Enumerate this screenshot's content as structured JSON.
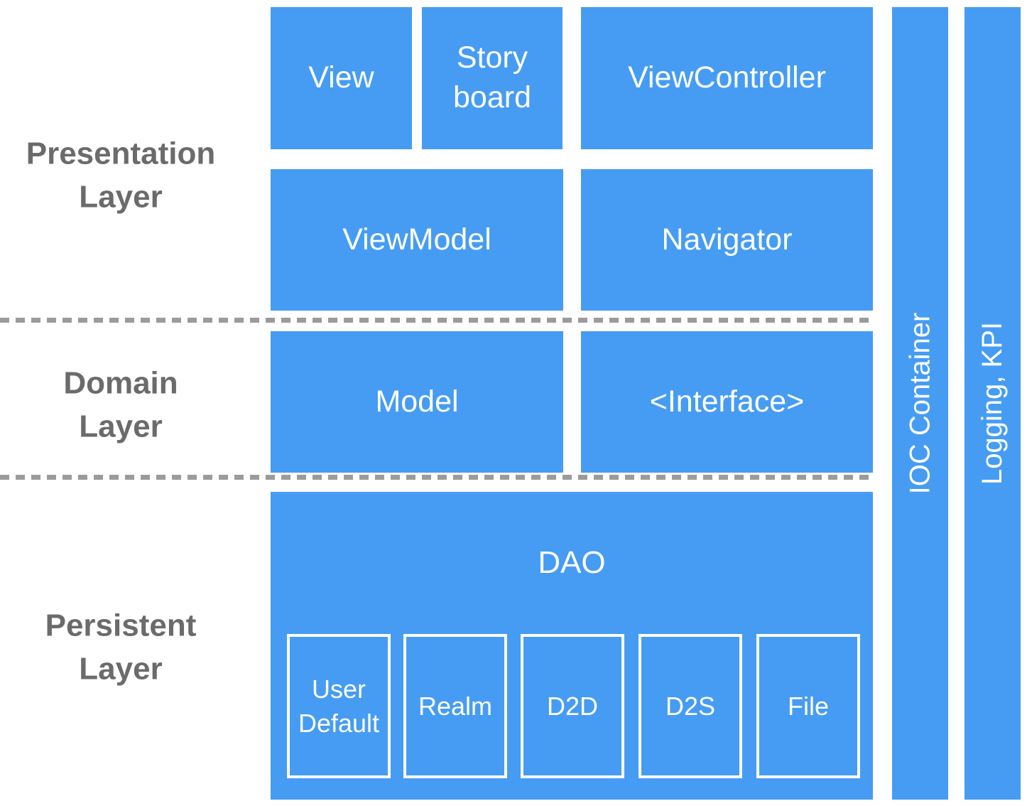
{
  "colors": {
    "box_blue": "#469cf2",
    "label_gray": "#6b6b6b",
    "dash_gray": "#9b9b9b",
    "text_white": "#ffffff"
  },
  "layers": [
    {
      "id": "presentation",
      "label": "Presentation\nLayer"
    },
    {
      "id": "domain",
      "label": "Domain\nLayer"
    },
    {
      "id": "persistent",
      "label": "Persistent\nLayer"
    }
  ],
  "boxes": {
    "view": "View",
    "storyboard": "Story board",
    "view_controller": "ViewController",
    "view_model": "ViewModel",
    "navigator": "Navigator",
    "model": "Model",
    "interface": "<Interface>",
    "dao": "DAO"
  },
  "dao_children": [
    "User Default",
    "Realm",
    "D2D",
    "D2S",
    "File"
  ],
  "sidebars": [
    {
      "id": "ioc",
      "label": "IOC Container"
    },
    {
      "id": "logging",
      "label": "Logging, KPI"
    }
  ]
}
